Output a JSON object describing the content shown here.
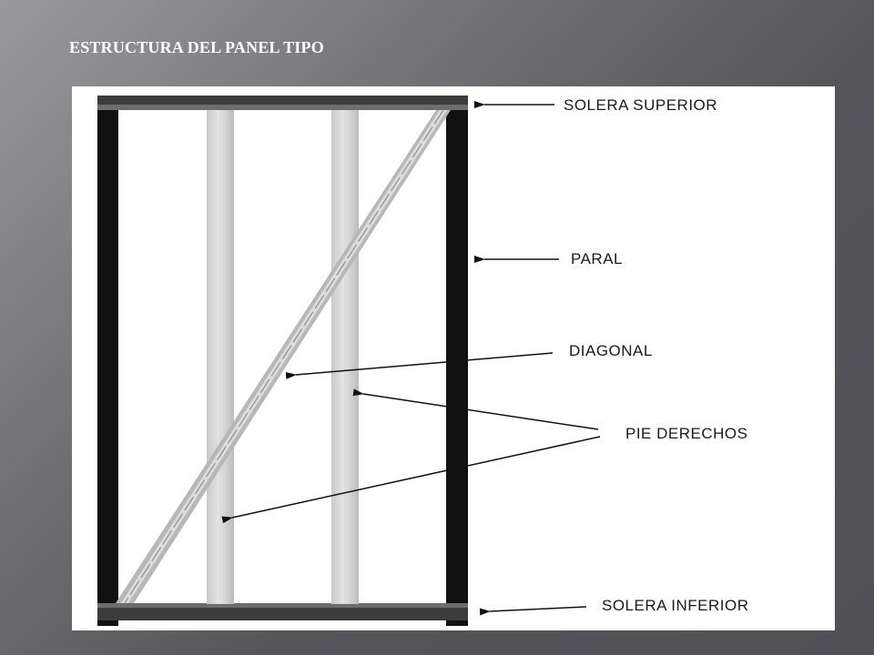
{
  "slide": {
    "title": "ESTRUCTURA DEL PANEL TIPO"
  },
  "diagram": {
    "labels": {
      "top_plate": "SOLERA SUPERIOR",
      "stud": "PARAL",
      "diagonal": "DIAGONAL",
      "studs": "PIE DERECHOS",
      "bottom_plate": "SOLERA INFERIOR"
    }
  }
}
